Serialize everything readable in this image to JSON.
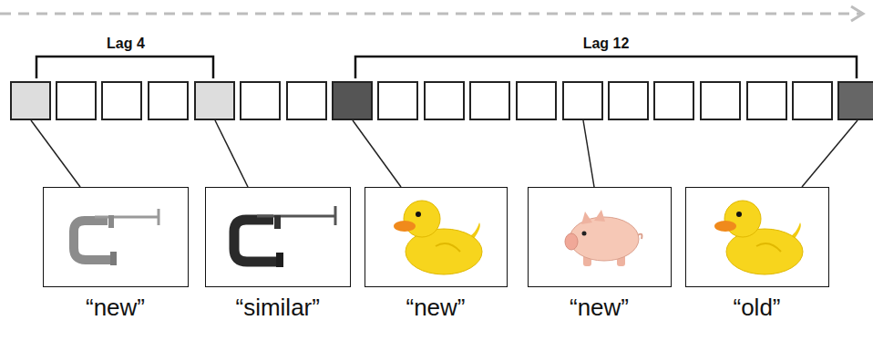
{
  "diagram": {
    "nodes": [
      {
        "text": [
          "“new”"
        ]
      },
      {
        "text": [
          "“similar”"
        ]
      },
      {
        "text": [
          "“new”"
        ]
      },
      {
        "text": [
          "“new”"
        ]
      },
      {
        "text": [
          "“old”"
        ]
      }
    ],
    "labels": [
      "Lag 4",
      "Lag 12"
    ]
  }
}
